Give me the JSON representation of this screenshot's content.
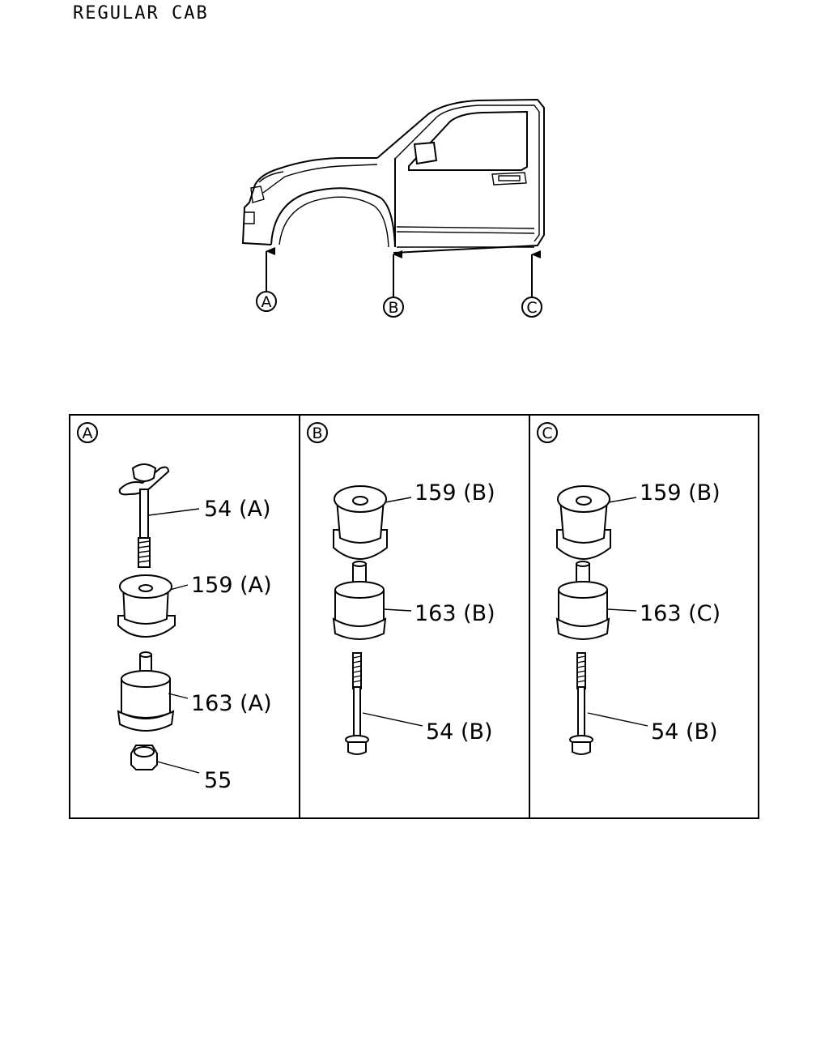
{
  "title": "REGULAR CAB",
  "callouts": {
    "a": "A",
    "b": "B",
    "c": "C"
  },
  "panels": {
    "a": {
      "letter": "A",
      "labels": [
        "54 (A)",
        "159 (A)",
        "163 (A)",
        "55"
      ]
    },
    "b": {
      "letter": "B",
      "labels": [
        "159 (B)",
        "163 (B)",
        "54 (B)"
      ]
    },
    "c": {
      "letter": "C",
      "labels": [
        "159 (B)",
        "163 (C)",
        "54 (B)"
      ]
    }
  }
}
